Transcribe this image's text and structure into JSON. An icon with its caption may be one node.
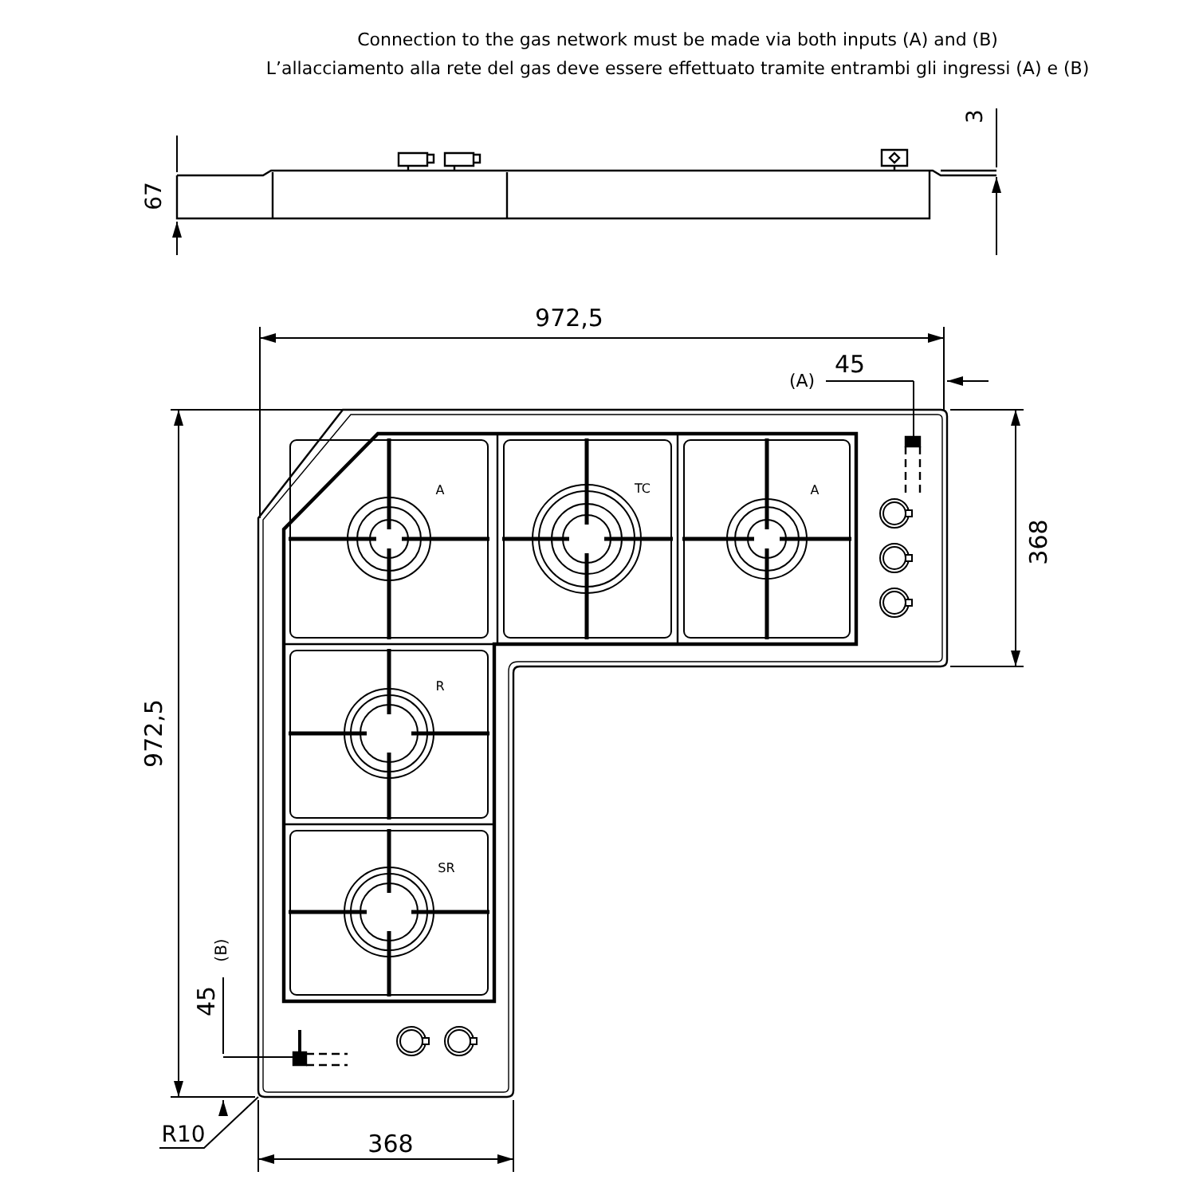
{
  "diagram": {
    "labels": [
      "Connection to the gas network must be made via both inputs (A) and (B)",
      "L’allacciamento alla rete del gas deve essere effettuato tramite entrambi gli ingressi (A) e (B)",
      "3",
      "67",
      "972,5",
      "(A)",
      "45",
      "368",
      "A",
      "TC",
      "A",
      "972,5",
      "R",
      "SR",
      "45",
      "(B)",
      "R10",
      "368"
    ]
  }
}
